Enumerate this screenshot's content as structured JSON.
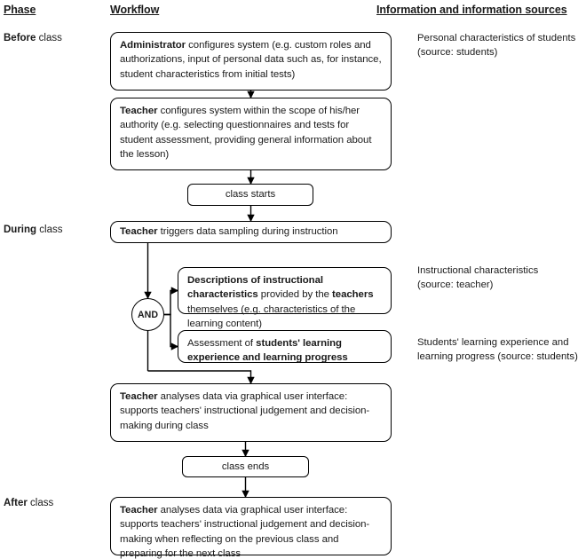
{
  "headers": {
    "phase": "Phase",
    "workflow": "Workflow",
    "information": "Information and information sources"
  },
  "phases": [
    {
      "bold": "Before",
      "rest": " class"
    },
    {
      "bold": "During",
      "rest": " class"
    },
    {
      "bold": "After",
      "rest": " class"
    }
  ],
  "info_notes": [
    "Personal characteristics of students\n(source: students)",
    "Instructional characteristics\n(source: teacher)",
    "Students' learning experience and\nlearning progress (source: students)"
  ],
  "nodes": {
    "administrator": {
      "lead": "Administrator",
      "text": " configures system (e.g. custom roles and authorizations, input of personal data such as, for instance, student characteristics from initial tests)"
    },
    "teacher_configures": {
      "lead": "Teacher",
      "text": " configures system within the scope of his/her authority (e.g. selecting questionnaires and tests for student assessment, providing general information about the lesson)"
    },
    "class_starts": {
      "text": "class starts"
    },
    "teacher_triggers": {
      "lead": "Teacher",
      "text": " triggers data sampling during instruction"
    },
    "descriptions": {
      "lead": "Descriptions of instructional characteristics",
      "mid": " provided by the ",
      "lead2": "teachers",
      "text": " themselves (e.g. characteristics of the learning content)"
    },
    "assessment": {
      "pre": "Assessment of ",
      "lead": "students' learning experience and learning progress"
    },
    "and_gate": {
      "label": "AND"
    },
    "teacher_analyses_during": {
      "lead": "Teacher",
      "text": " analyses data via graphical user interface: supports teachers' instructional judgement and decision-making during class"
    },
    "class_ends": {
      "text": "class ends"
    },
    "teacher_analyses_after": {
      "lead": "Teacher",
      "text": " analyses data via graphical user interface: supports teachers' instructional judgement and decision-making when reflecting on the previous class and preparing for the next class"
    }
  },
  "colors": {
    "stroke": "#000000",
    "background": "#ffffff",
    "text": "#1a1a1a"
  }
}
